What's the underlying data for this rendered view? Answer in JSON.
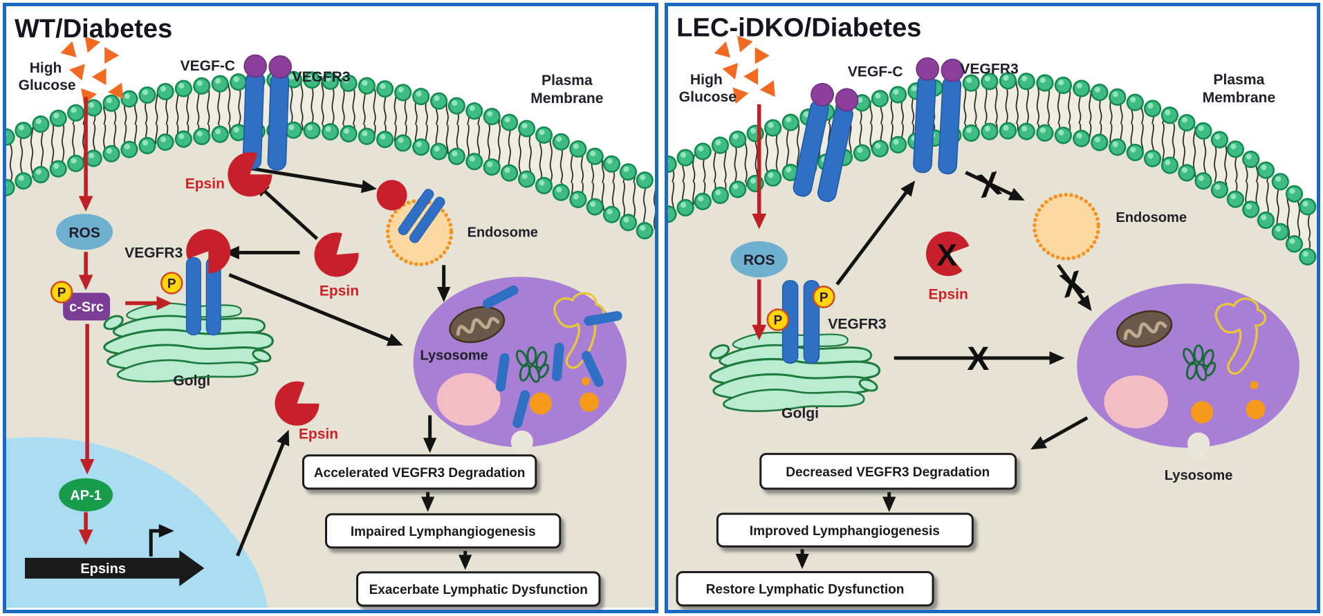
{
  "left_panel": {
    "title": "WT/Diabetes",
    "high_glucose": {
      "line1": "High",
      "line2": "Glucose"
    },
    "vegf_c": "VEGF-C",
    "vegfr3": "VEGFR3",
    "plasma_membrane": {
      "line1": "Plasma",
      "line2": "Membrane"
    },
    "epsin": "Epsin",
    "ros": "ROS",
    "p_badge": "P",
    "c_src": "c-Src",
    "golgi": "Golgi",
    "endosome": "Endosome",
    "lysosome": "Lysosome",
    "ap1": "AP-1",
    "epsins_gene": "Epsins",
    "boxes": [
      "Accelerated VEGFR3 Degradation",
      "Impaired Lymphangiogenesis",
      "Exacerbate Lymphatic Dysfunction"
    ]
  },
  "right_panel": {
    "title": "LEC-iDKO/Diabetes",
    "high_glucose": {
      "line1": "High",
      "line2": "Glucose"
    },
    "vegf_c": "VEGF-C",
    "vegfr3": "VEGFR3",
    "plasma_membrane": {
      "line1": "Plasma",
      "line2": "Membrane"
    },
    "epsin": "Epsin",
    "ros": "ROS",
    "p_badge": "P",
    "golgi": "Golgi",
    "endosome": "Endosome",
    "lysosome": "Lysosome",
    "x_mark": "X",
    "boxes": [
      "Decreased VEGFR3 Degradation",
      "Improved Lymphangiogenesis",
      "Restore Lymphatic Dysfunction"
    ]
  },
  "colors": {
    "panel_border": "#1a6bc0",
    "cytoplasm": "#e6e2d4",
    "tails_band": "#efece1",
    "membrane_green": "#3fbc82",
    "receptor_blue": "#2f6fc4",
    "ligand_purple": "#8b3f9b",
    "epsin_red": "#c8202a",
    "arrow_red": "#bf2026",
    "arrow_black": "#131313",
    "ros_blue": "#6fafcf",
    "c_src_purple": "#7c3d97",
    "ap1_green": "#169c4a",
    "phospho_yellow": "#ffd60a",
    "glucose_orange": "#f26a21",
    "golgi_green": "#b9ecd1",
    "lysosome_purple": "#a97fd6",
    "endosome_fill": "#fcd9a2",
    "endosome_ring": "#f6921e",
    "nucleus_blue": "#aadcf2"
  }
}
